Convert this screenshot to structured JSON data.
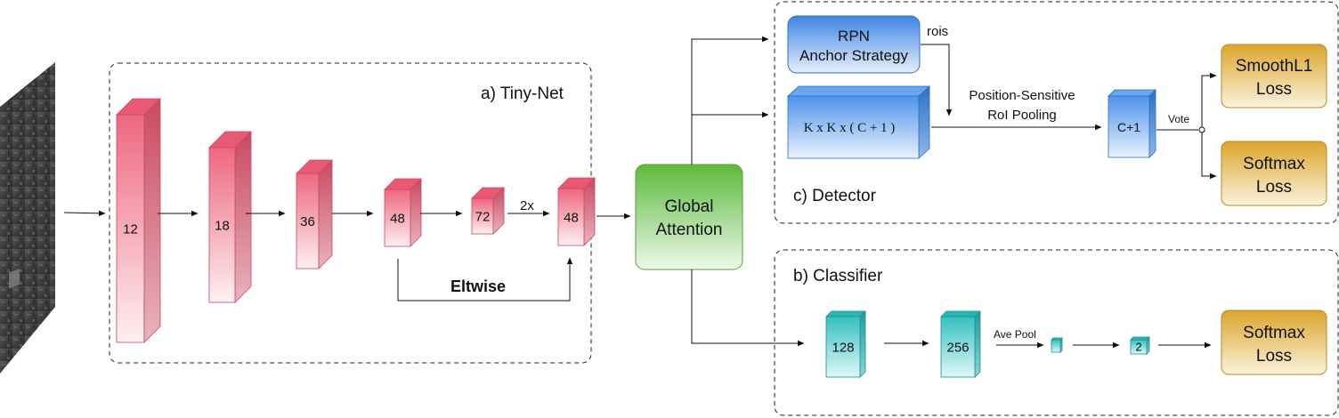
{
  "panels": {
    "tiny_net": "a) Tiny-Net",
    "classifier": "b) Classifier",
    "detector": "c) Detector"
  },
  "tiny_net": {
    "layers": [
      "12",
      "18",
      "36",
      "48",
      "72",
      "48"
    ],
    "upsample_label": "2x",
    "eltwise_label": "Eltwise"
  },
  "global_attention": {
    "line1": "Global",
    "line2": "Attention"
  },
  "detector": {
    "rpn_line1": "RPN",
    "rpn_line2": "Anchor Strategy",
    "rois_label": "rois",
    "feature_map_label": "K x K x ( C + 1 )",
    "pooling_line1": "Position-Sensitive",
    "pooling_line2": "RoI Pooling",
    "score_block": "C+1",
    "vote_label": "Vote",
    "loss1_line1": "SmoothL1",
    "loss1_line2": "Loss",
    "loss2_line1": "Softmax",
    "loss2_line2": "Loss"
  },
  "classifier": {
    "layers": [
      "128",
      "256",
      "",
      "2"
    ],
    "pool_label": "Ave Pool",
    "loss_line1": "Softmax",
    "loss_line2": "Loss"
  },
  "colors": {
    "tiny_net_block": "#f07186",
    "detector_block": "#4a8ee8",
    "classifier_block": "#3cc4c4",
    "attention_block": "#6cc24a",
    "loss_block": "#e0b03a"
  }
}
